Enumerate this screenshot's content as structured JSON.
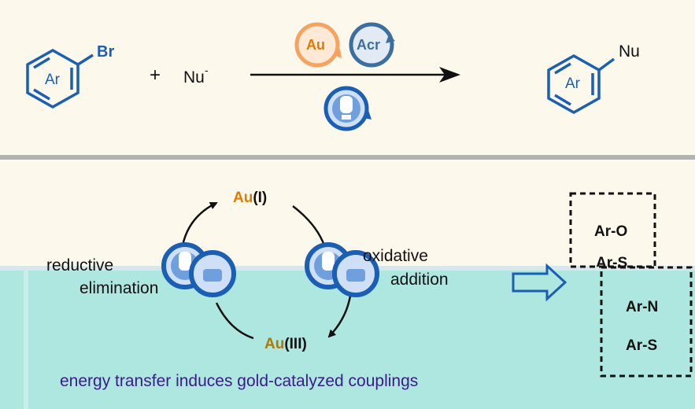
{
  "reaction": {
    "substituent_br": "Br",
    "ring_label": "Ar",
    "plus": "+",
    "nucleophile": "Nu",
    "charge": "-",
    "catalyst_au": "Au",
    "catalyst_acr": "Acr",
    "product_substituent": "Nu",
    "product_ring_label": "Ar"
  },
  "cycle": {
    "au1_metal": "Au",
    "au1_ox": "(I)",
    "au3_metal": "Au",
    "au3_ox": "(III)",
    "left_step_line1": "reductive",
    "left_step_line2": "elimination",
    "right_step_line1": "oxidative",
    "right_step_line2": "addition"
  },
  "products": [
    "Ar-O",
    "Ar-N",
    "Ar-S"
  ],
  "products_partial": "Ar-S",
  "caption": "energy transfer induces gold-catalyzed couplings",
  "colors": {
    "blue": "#1a5fb4",
    "au_orange": "#f4a460",
    "acr_blue": "#3b6fa0",
    "au_label": "#e07b00",
    "au3_label": "#b07a00",
    "band": "#aee6e0",
    "caption": "#3b1b8c"
  },
  "icons": [
    "light-bulb-icon"
  ]
}
